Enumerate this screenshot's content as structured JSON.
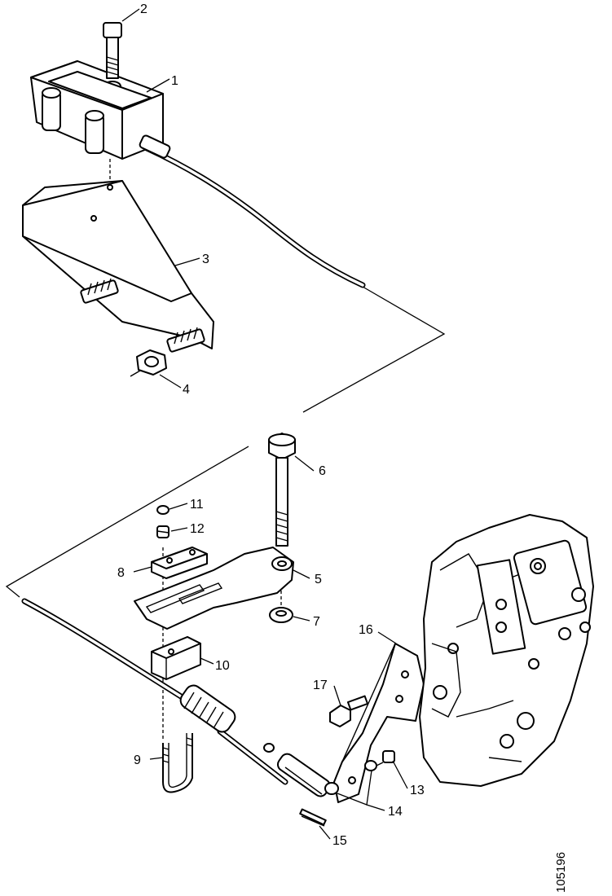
{
  "callouts": {
    "c1": "1",
    "c2": "2",
    "c3": "3",
    "c4": "4",
    "c5": "5",
    "c6": "6",
    "c7": "7",
    "c8": "8",
    "c9": "9",
    "c10": "10",
    "c11": "11",
    "c12": "12",
    "c13": "13",
    "c14": "14",
    "c15": "15",
    "c16": "16",
    "c17": "17"
  },
  "drawing_number": "105196"
}
